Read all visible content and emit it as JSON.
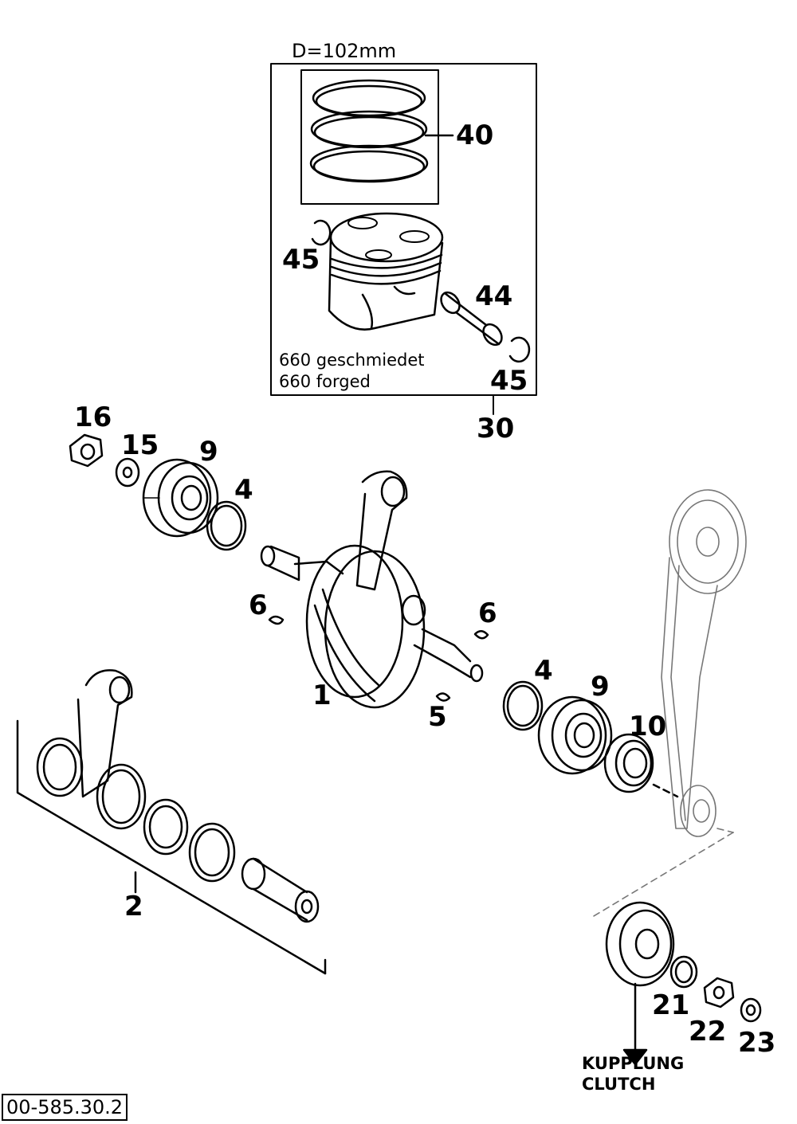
{
  "piston_kit": {
    "diameter_label": "D=102mm",
    "note_line1": "660 geschmiedet",
    "note_line2": "660 forged"
  },
  "part_numbers": {
    "p1": "1",
    "p2": "2",
    "p4_left": "4",
    "p4_right": "4",
    "p5": "5",
    "p6_left": "6",
    "p6_right": "6",
    "p9_left": "9",
    "p9_right": "9",
    "p10": "10",
    "p15": "15",
    "p16": "16",
    "p21": "21",
    "p22": "22",
    "p23": "23",
    "p30": "30",
    "p40": "40",
    "p44": "44",
    "p45_top": "45",
    "p45_bottom": "45"
  },
  "clutch_label": {
    "line1": "KUPPLUNG",
    "line2": "CLUTCH"
  },
  "drawing_code": "00-585.30.2"
}
